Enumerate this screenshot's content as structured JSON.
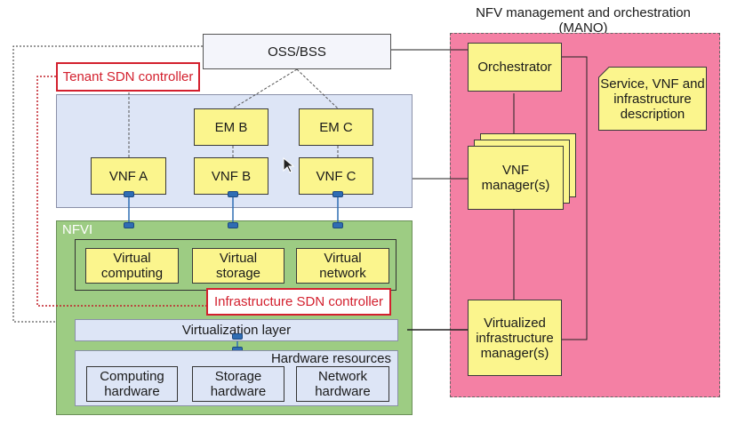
{
  "mano": {
    "title": "NFV management and orchestration (MANO)",
    "orchestrator": "Orchestrator",
    "vnf_manager": "VNF\nmanager(s)",
    "vim": "Virtualized\ninfrastructure\nmanager(s)",
    "description": "Service, VNF and\ninfrastructure\ndescription"
  },
  "oss_bss": "OSS/BSS",
  "tenant_sdn": "Tenant SDN controller",
  "infra_sdn": "Infrastructure SDN controller",
  "vnf_area": {
    "em_b": "EM B",
    "em_c": "EM C",
    "vnf_a": "VNF A",
    "vnf_b": "VNF B",
    "vnf_c": "VNF C"
  },
  "nfvi": {
    "title": "NFVI",
    "virtual_computing": "Virtual\ncomputing",
    "virtual_storage": "Virtual\nstorage",
    "virtual_network": "Virtual\nnetwork",
    "virtualization_layer": "Virtualization layer",
    "hardware_resources": "Hardware resources",
    "computing_hardware": "Computing\nhardware",
    "storage_hardware": "Storage\nhardware",
    "network_hardware": "Network\nhardware"
  },
  "colors": {
    "mano_fill": "#f480a4",
    "nfvi_fill": "#9dcc83",
    "yellow": "#fbf58d",
    "sdn_red": "#d3202e",
    "connector_blue": "#2f6db3"
  }
}
